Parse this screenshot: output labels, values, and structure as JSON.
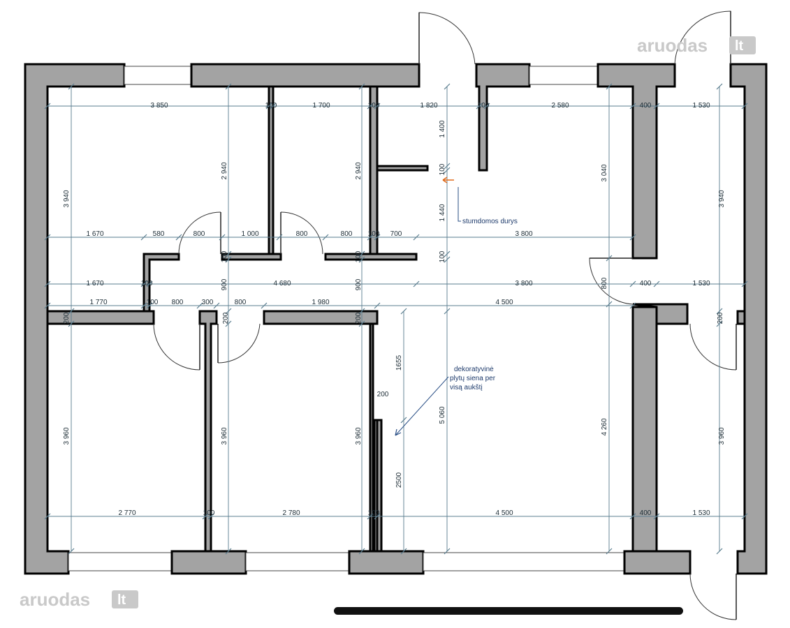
{
  "watermark": {
    "brand": "aruodas",
    "tld": "lt"
  },
  "annotations": {
    "sliding_door": "stumdomos durys",
    "brick_wall": [
      "dekoratyvinė",
      "plytų siena per",
      "visą aukštį"
    ]
  },
  "dimensions_horizontal": {
    "row_top": [
      "3 850",
      "100",
      "1 700",
      "100",
      "1 820",
      "100",
      "2 580",
      "400",
      "1 530"
    ],
    "row_mid1": [
      "1 670",
      "580",
      "800",
      "1 000",
      "800",
      "800",
      "100",
      "700",
      "3 800"
    ],
    "row_mid2": [
      "1 670",
      "100",
      "4 680",
      "3 800",
      "400",
      "1 530"
    ],
    "row_mid3": [
      "1 770",
      "100",
      "800",
      "300",
      "800",
      "1 980",
      "4 500"
    ],
    "row_bottom": [
      "2 770",
      "100",
      "2 780",
      "100",
      "4 500",
      "400",
      "1 530"
    ],
    "small": [
      "200",
      "200",
      "200",
      "200",
      "200",
      "100",
      "100",
      "100",
      "100"
    ]
  },
  "dimensions_vertical": {
    "left": [
      "3 940",
      "3 960"
    ],
    "col2": [
      "2 940",
      "3 960"
    ],
    "col3": [
      "2 940",
      "900",
      "3 960"
    ],
    "col4": [
      "900",
      "100"
    ],
    "center": [
      "1 400",
      "100",
      "1 440",
      "100",
      "5 060"
    ],
    "brick": [
      "1655",
      "200",
      "2500"
    ],
    "right_inner": [
      "3 040",
      "800",
      "4 260"
    ],
    "right": [
      "3 940",
      "3 960"
    ]
  },
  "colors": {
    "wall": "#a3a3a3",
    "dimension": "#5a7d8f",
    "note": "#1d3a6b",
    "arrow": "#e06a1b"
  }
}
